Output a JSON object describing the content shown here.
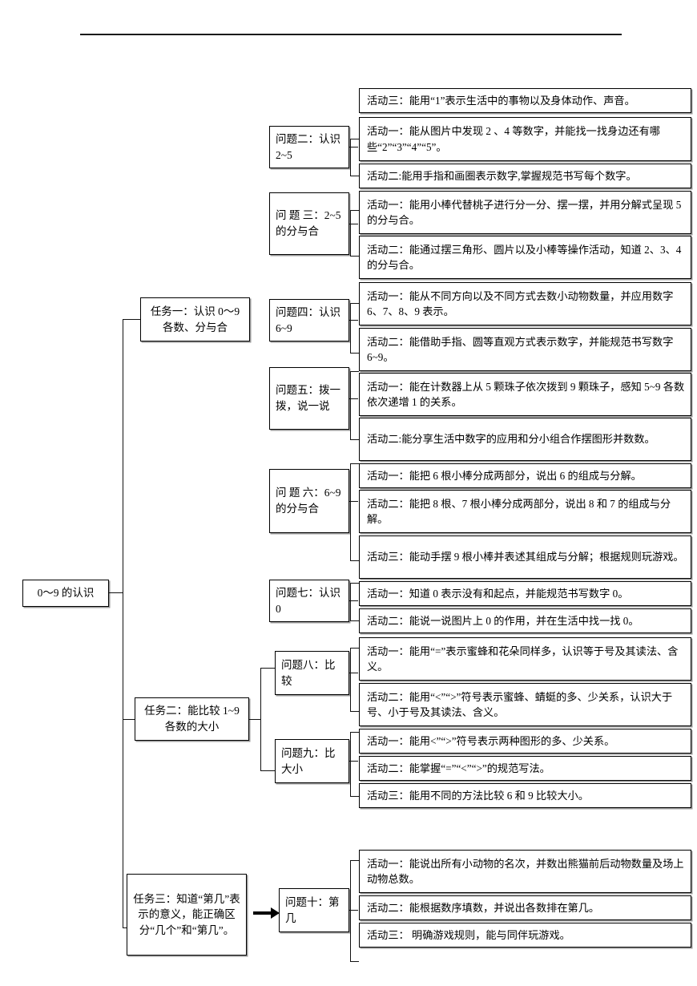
{
  "document": {
    "title": "0〜9 的认识 课程任务结构图",
    "root": {
      "label": "0〜9 的认识"
    },
    "divider": {
      "name": "top-horizontal-rule"
    }
  },
  "tasks": [
    {
      "id": "task-1",
      "label": "任务一：认识 0〜9 各数、分与合"
    },
    {
      "id": "task-2",
      "label": "任务二：能比较 1~9 各数的大小"
    },
    {
      "id": "task-3",
      "label": "任务三：知道“第几”表示的意义，能正确区分“几个”和“第几”。"
    }
  ],
  "questions": [
    {
      "id": "q2",
      "label": "问题二：认识 2~5"
    },
    {
      "id": "q3",
      "label": "问 题 三：2~5的分与合"
    },
    {
      "id": "q4",
      "label": "问题四：认识 6~9"
    },
    {
      "id": "q5",
      "label": "问题五：拨一拨，说一说"
    },
    {
      "id": "q6",
      "label": "问 题 六：6~9的分与合"
    },
    {
      "id": "q7",
      "label": "问题七：认识 0"
    },
    {
      "id": "q8",
      "label": "问题八：比较"
    },
    {
      "id": "q9",
      "label": "问题九：比大小"
    },
    {
      "id": "q10",
      "label": "问题十：第几"
    }
  ],
  "activities": [
    {
      "id": "a-top",
      "label": "活动三：能用“1”表示生活中的事物以及身体动作、声音。"
    },
    {
      "id": "a-q2-1",
      "label": "活动一：能从图片中发现 2 、4 等数字，并能找一找身边还有哪些“2”“3”“4”“5”。"
    },
    {
      "id": "a-q2-2",
      "label": "活动二:能用手指和画圈表示数字,掌握规范书写每个数字。"
    },
    {
      "id": "a-q3-1",
      "label": "活动一：能用小棒代替桃子进行分一分、摆一摆，并用分解式呈现 5 的分与合。"
    },
    {
      "id": "a-q3-2",
      "label": "活动二：能通过摆三角形、圆片以及小棒等操作活动，知道 2、3、4 的分与合。"
    },
    {
      "id": "a-q4-1",
      "label": "活动一：能从不同方向以及不同方式去数小动物数量，并应用数字 6、7、8、9 表示。"
    },
    {
      "id": "a-q4-2",
      "label": "活动二：能借助手指、圆等直观方式表示数字，并能规范书写数字 6~9。"
    },
    {
      "id": "a-q5-1",
      "label": "活动一：能在计数器上从 5 颗珠子依次拨到 9 颗珠子，感知 5~9 各数依次递增 1 的关系。"
    },
    {
      "id": "a-q5-2",
      "label": "活动二:能分享生活中数字的应用和分小组合作摆图形并数数。"
    },
    {
      "id": "a-q6-1",
      "label": "活动一：能把 6 根小棒分成两部分，说出 6 的组成与分解。"
    },
    {
      "id": "a-q6-2",
      "label": "活动二：能把 8 根、7 根小棒分成两部分，说出 8 和 7 的组成与分解。"
    },
    {
      "id": "a-q6-3",
      "label": "活动三：能动手摆 9 根小棒并表述其组成与分解；根据规则玩游戏。"
    },
    {
      "id": "a-q7-1",
      "label": "活动一：知道 0 表示没有和起点，并能规范书写数字 0。"
    },
    {
      "id": "a-q7-2",
      "label": "活动二：能说一说图片上 0 的作用，并在生活中找一找 0。"
    },
    {
      "id": "a-q8-1",
      "label": "活动一：能用“=”表示蜜蜂和花朵同样多，认识等于号及其读法、含义。"
    },
    {
      "id": "a-q8-2",
      "label": "活动二：能用“<”“>”符号表示蜜蜂、蜻蜓的多、少关系，认识大于号、小于号及其读法、含义。"
    },
    {
      "id": "a-q9-1",
      "label": "活动一：能用<”“>”符号表示两种图形的多、少关系。"
    },
    {
      "id": "a-q9-2",
      "label": "活动二：能掌握“=”“<”“>”的规范写法。"
    },
    {
      "id": "a-q9-3",
      "label": "活动三：能用不同的方法比较 6 和 9 比较大小。"
    },
    {
      "id": "a-q10-1",
      "label": "活动一：能说出所有小动物的名次，并数出熊猫前后动物数量及场上动物总数。"
    },
    {
      "id": "a-q10-2",
      "label": "活动二：能根据数序填数，并说出各数排在第几。"
    },
    {
      "id": "a-q10-3",
      "label": "活动三： 明确游戏规则，能与同伴玩游戏。"
    }
  ],
  "colors": {
    "ink": "#000000",
    "line": "#111111",
    "shadow": "#9a9a9a",
    "background": "#ffffff"
  }
}
